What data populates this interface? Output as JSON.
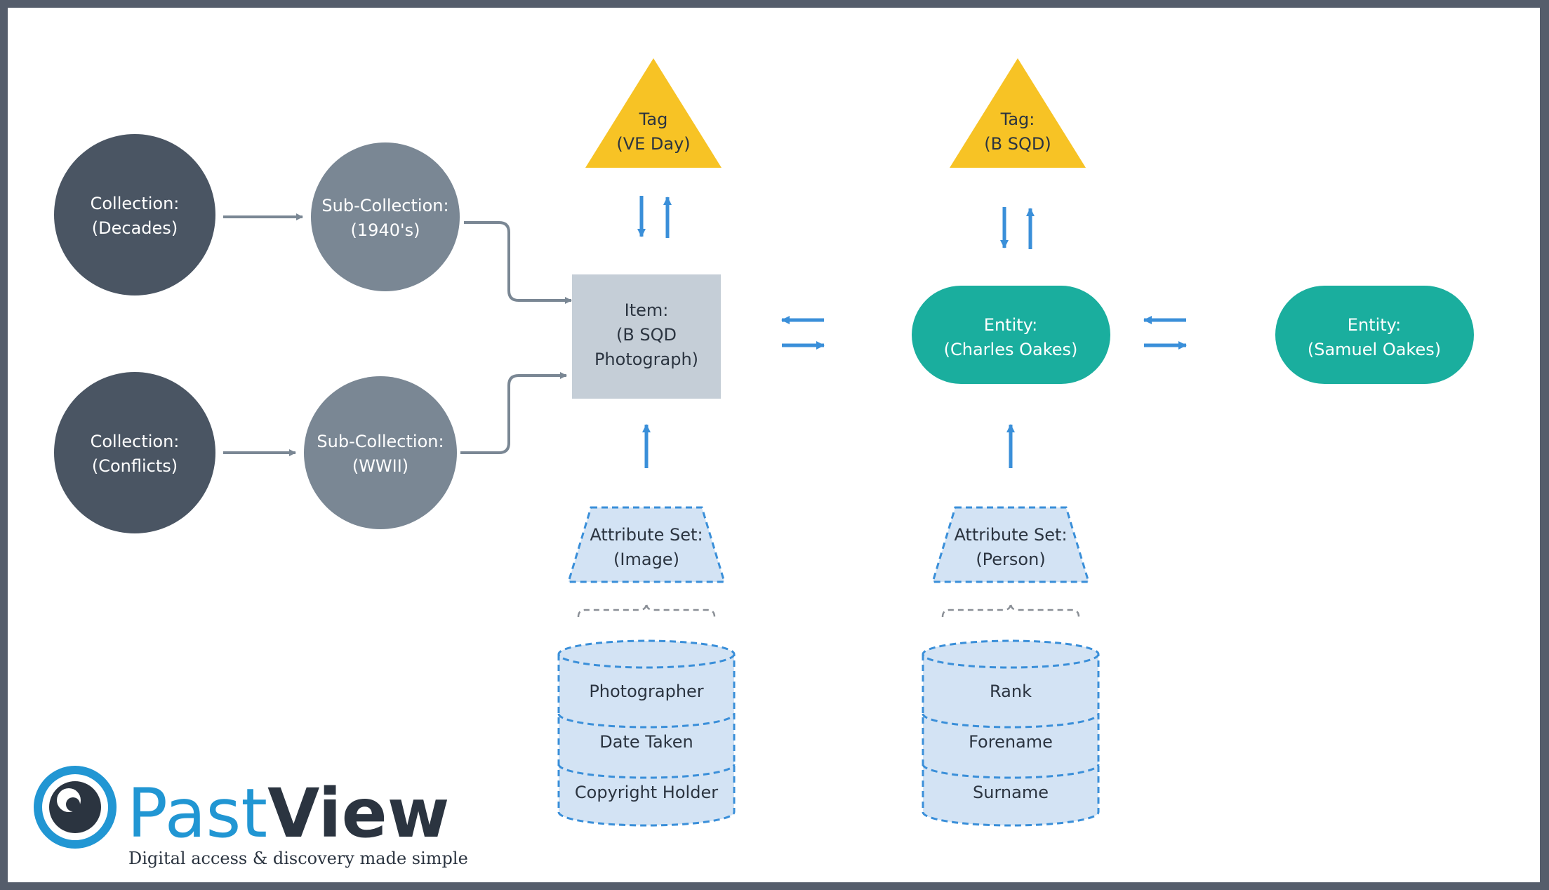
{
  "collections": [
    {
      "line1": "Collection:",
      "line2": "(Decades)"
    },
    {
      "line1": "Collection:",
      "line2": "(Conflicts)"
    }
  ],
  "sub_collections": [
    {
      "line1": "Sub-Collection:",
      "line2": "(1940's)"
    },
    {
      "line1": "Sub-Collection:",
      "line2": "(WWII)"
    }
  ],
  "tags": [
    {
      "line1": "Tag",
      "line2": "(VE Day)"
    },
    {
      "line1": "Tag:",
      "line2": "(B SQD)"
    }
  ],
  "item": {
    "line1": "Item:",
    "line2": "(B SQD",
    "line3": "Photograph)"
  },
  "entities": [
    {
      "line1": "Entity:",
      "line2": "(Charles Oakes)"
    },
    {
      "line1": "Entity:",
      "line2": "(Samuel Oakes)"
    }
  ],
  "attribute_sets": [
    {
      "line1": "Attribute Set:",
      "line2": "(Image)",
      "fields": [
        "Photographer",
        "Date Taken",
        "Copyright Holder"
      ]
    },
    {
      "line1": "Attribute Set:",
      "line2": "(Person)",
      "fields": [
        "Rank",
        "Forename",
        "Surname"
      ]
    }
  ],
  "logo": {
    "word1": "Past",
    "word2": "View",
    "tagline": "Digital access & discovery made simple"
  },
  "colors": {
    "collection": "#4a5563",
    "sub_collection": "#7a8794",
    "tag": "#f7c325",
    "item": "#c5ced7",
    "entity": "#1aae9e",
    "attribute": "#d3e3f4",
    "attribute_border": "#3a8fd9",
    "arrow_blue": "#3a8fd9",
    "arrow_gray": "#7a8794",
    "logo_blue": "#2196d3",
    "logo_dark": "#2b3440"
  }
}
